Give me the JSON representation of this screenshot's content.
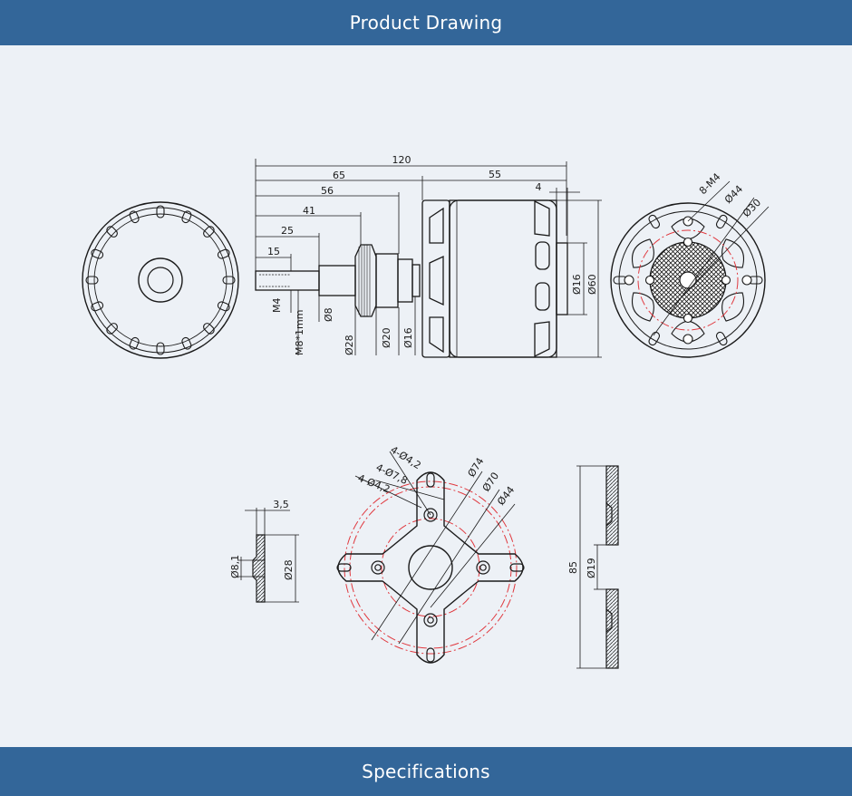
{
  "header": {
    "title": "Product Drawing"
  },
  "footer": {
    "title": "Specifications"
  },
  "dims": {
    "d120": "120",
    "d65": "65",
    "d56": "56",
    "d41": "41",
    "d25": "25",
    "d15": "15",
    "d55": "55",
    "d4": "4",
    "m4": "M4",
    "m8": "M8*1mm",
    "phi8": "Ø8",
    "phi28": "Ø28",
    "phi20": "Ø20",
    "phi16": "Ø16",
    "r_phi16": "Ø16",
    "r_phi60": "Ø60",
    "m4x8": "8-M4",
    "phi44": "Ø44",
    "phi30": "Ø30",
    "d35": "3,5",
    "phi81": "Ø8,1",
    "prop_phi28": "Ø28",
    "h42a": "4-Ø4,2",
    "h78": "4-Ø7,8",
    "h42b": "4-Ø4,2",
    "phi74": "Ø74",
    "phi70": "Ø70",
    "mount_phi44": "Ø44",
    "d85": "85",
    "phi19": "Ø19"
  },
  "colors": {
    "banner": "#336699",
    "line": "#1a1a1a",
    "red": "#e0383e"
  }
}
